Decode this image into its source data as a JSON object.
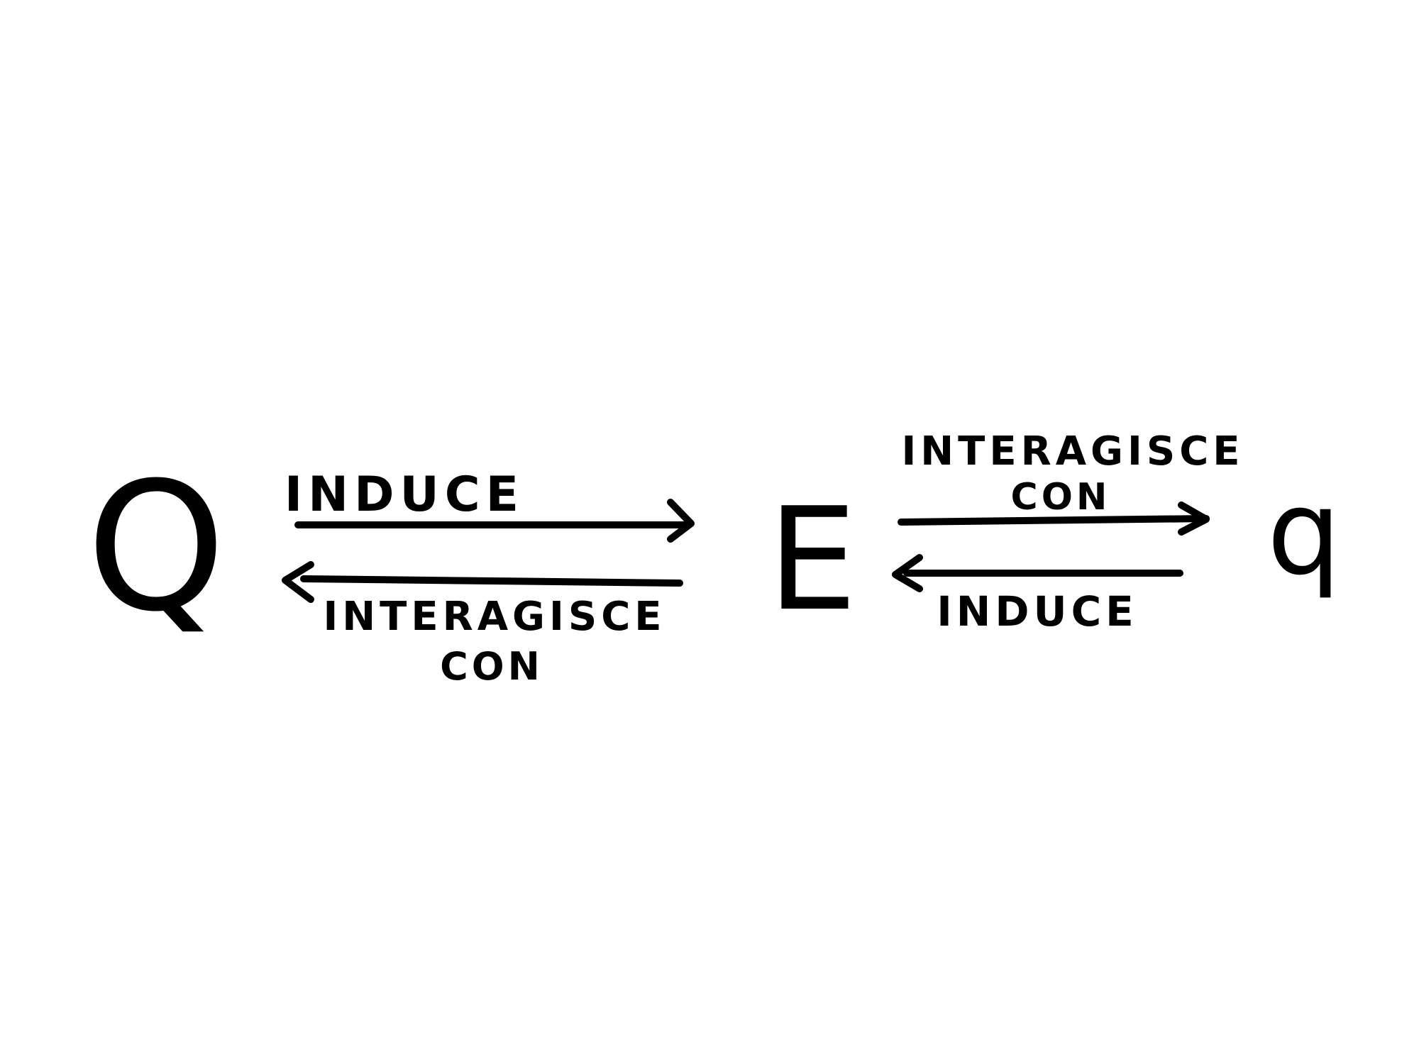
{
  "diagram": {
    "ink_color": "#000000",
    "background": "#ffffff",
    "nodes": {
      "source_charge": "Q",
      "field": "E",
      "test_charge": "q"
    },
    "edges": {
      "Q_to_E": {
        "label": "INDUCE"
      },
      "E_to_Q": {
        "label_line1": "INTERAGISCE",
        "label_line2": "CON"
      },
      "E_to_q": {
        "label_line1": "INTERAGISCE",
        "label_line2": "CON"
      },
      "q_to_E": {
        "label": "INDUCE"
      }
    }
  }
}
